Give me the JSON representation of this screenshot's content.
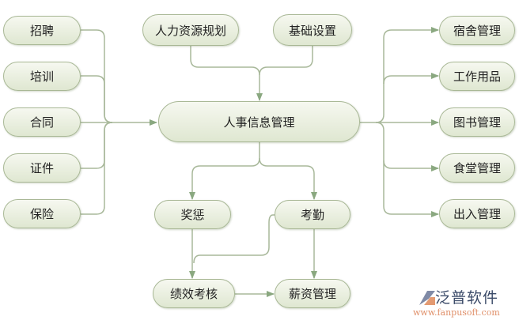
{
  "left_nodes": [
    "招聘",
    "培训",
    "合同",
    "证件",
    "保险"
  ],
  "top_nodes": [
    "人力资源规划",
    "基础设置"
  ],
  "center_node": "人事信息管理",
  "right_nodes": [
    "宿舍管理",
    "工作用品",
    "图书管理",
    "食堂管理",
    "出入管理"
  ],
  "bottom_nodes": {
    "reward": "奖惩",
    "attendance": "考勤",
    "performance": "绩效考核",
    "salary": "薪资管理"
  },
  "logo": {
    "name": "泛普软件",
    "url": "www.fanpusoft.com"
  },
  "colors": {
    "line": "#a8b89a",
    "arrow": "#8aa880",
    "node_border": "#a9b896"
  }
}
